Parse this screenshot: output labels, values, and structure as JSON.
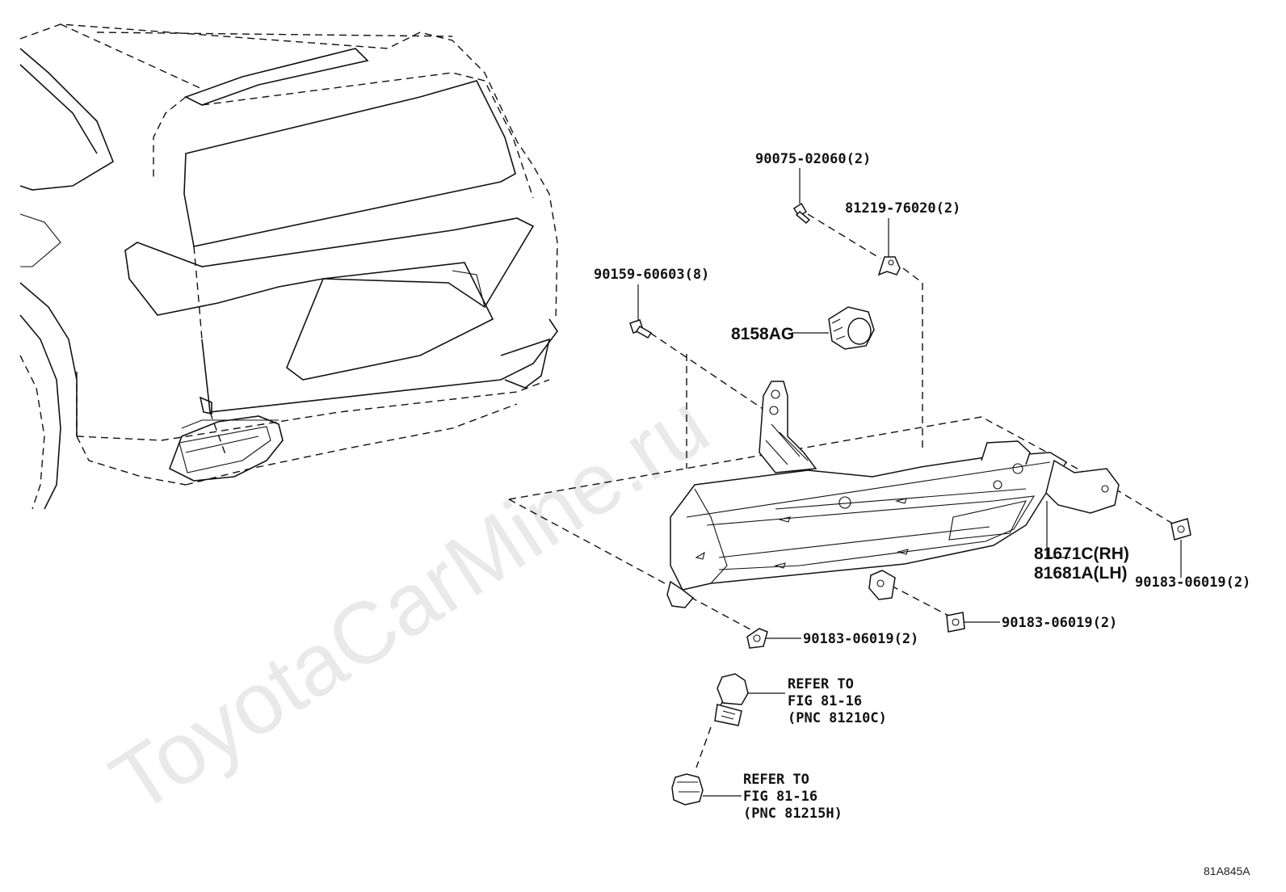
{
  "watermark": "ToyotaCarMine.ru",
  "figure_code": "81A845A",
  "callouts": {
    "screw_top": "90075-02060(2)",
    "clip_top": "81219-76020(2)",
    "screw_left": "90159-60603(8)",
    "socket": "8158AG",
    "lamp_rh": "81671C(RH)",
    "lamp_lh": "81681A(LH)",
    "nut_right": "90183-06019(2)",
    "nut_middle": "90183-06019(2)",
    "nut_left": "90183-06019(2)"
  },
  "refer_bulb": {
    "line1": "REFER TO",
    "line2": "FIG 81-16",
    "line3": "(PNC 81210C)"
  },
  "refer_socket": {
    "line1": "REFER TO",
    "line2": "FIG 81-16",
    "line3": "(PNC 81215H)"
  }
}
